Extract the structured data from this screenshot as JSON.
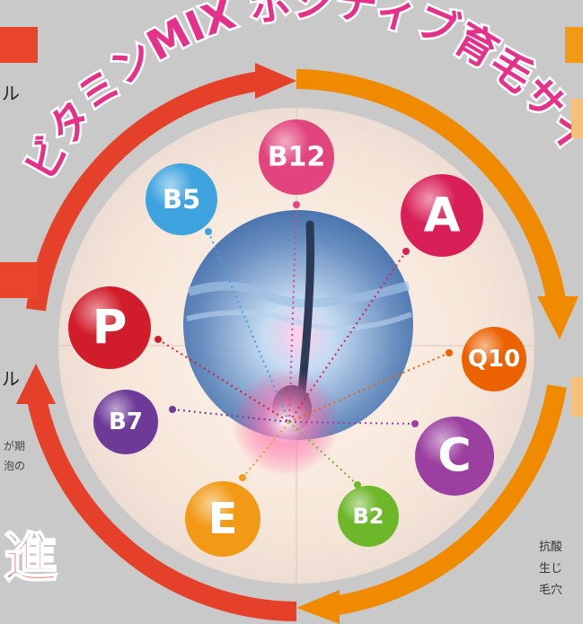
{
  "title": "ビタミンMIX ポジティブ育毛サイクル",
  "left_fragments": {
    "line1": "ル",
    "line2": "ル",
    "note_line1": "が期",
    "note_line2": "泡の",
    "bottom_char": "進"
  },
  "right_fragments": {
    "line1": "抗酸",
    "line2": "生じ",
    "line3": "毛穴"
  },
  "vitamins": [
    {
      "label": "B12",
      "color": "#e2457d"
    },
    {
      "label": "A",
      "color": "#d91f58"
    },
    {
      "label": "Q10",
      "color": "#ec6200"
    },
    {
      "label": "C",
      "color": "#9b3fa0"
    },
    {
      "label": "B2",
      "color": "#6db72a"
    },
    {
      "label": "E",
      "color": "#f29a16"
    },
    {
      "label": "B7",
      "color": "#6d3b97"
    },
    {
      "label": "P",
      "color": "#d11d2b"
    },
    {
      "label": "B5",
      "color": "#3ea3df"
    }
  ],
  "colors": {
    "arrow_red": "#e5412a",
    "arrow_orange": "#f08a00",
    "accent_bar": "#e8452c"
  }
}
